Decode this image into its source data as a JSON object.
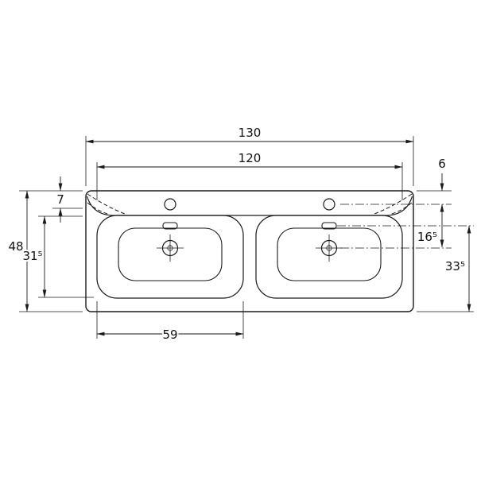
{
  "drawing": {
    "subject": "double-washbasin-top-view-dimension-drawing",
    "colors": {
      "line": "#1a1a1a",
      "background": "#ffffff"
    },
    "labels": {
      "overall_width": "130",
      "inner_width": "120",
      "back_to_taphole": "6",
      "back_offset": "7",
      "overall_depth": "48",
      "basin_depth": "31⁵",
      "basin_width": "59",
      "taphole_to_drain": "16⁵",
      "front_depth": "33⁵"
    }
  }
}
